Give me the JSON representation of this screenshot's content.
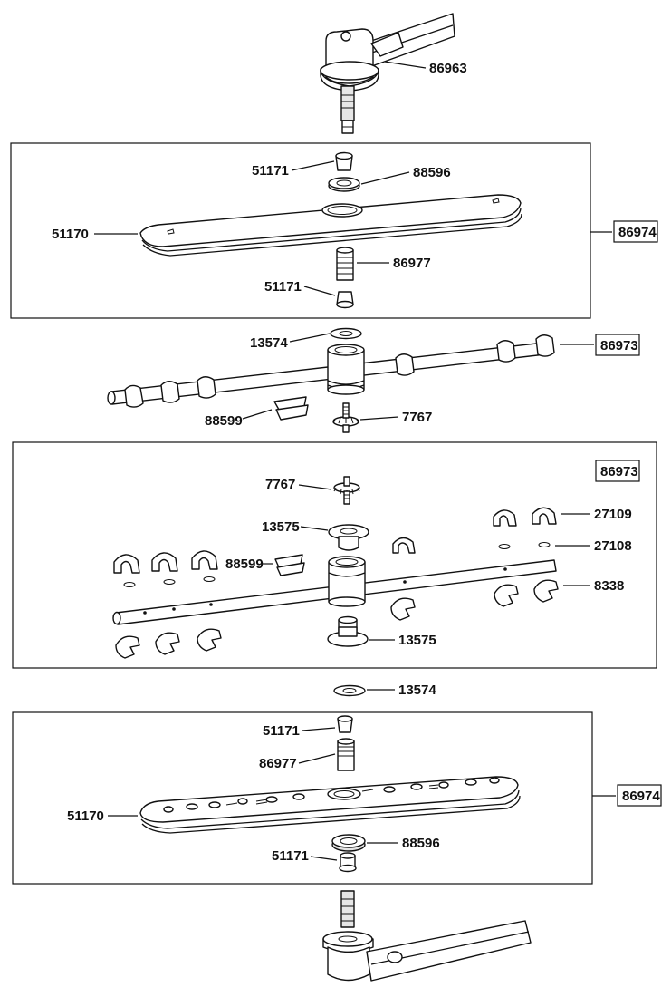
{
  "labels": {
    "pivot_top": "86963",
    "bushing_upper_a": "51171",
    "bearing_upper": "88596",
    "arm_upper": "51170",
    "kit_upper": "86974",
    "hub_upper": "86977",
    "bushing_upper_b": "51171",
    "washer_a": "13574",
    "kit_mid": "86973",
    "clip_a": "88599",
    "screw_a": "7767",
    "kit_detail_box": "86973",
    "screw_b": "7767",
    "bushing_13575_top": "13575",
    "cap_27109": "27109",
    "clip_b": "88599",
    "oring_27108": "27108",
    "clip_8338": "8338",
    "bushing_13575_bottom": "13575",
    "washer_b": "13574",
    "bushing_lower_a": "51171",
    "hub_lower": "86977",
    "arm_lower": "51170",
    "kit_lower": "86974",
    "bearing_lower": "88596",
    "bushing_lower_b": "51171"
  }
}
